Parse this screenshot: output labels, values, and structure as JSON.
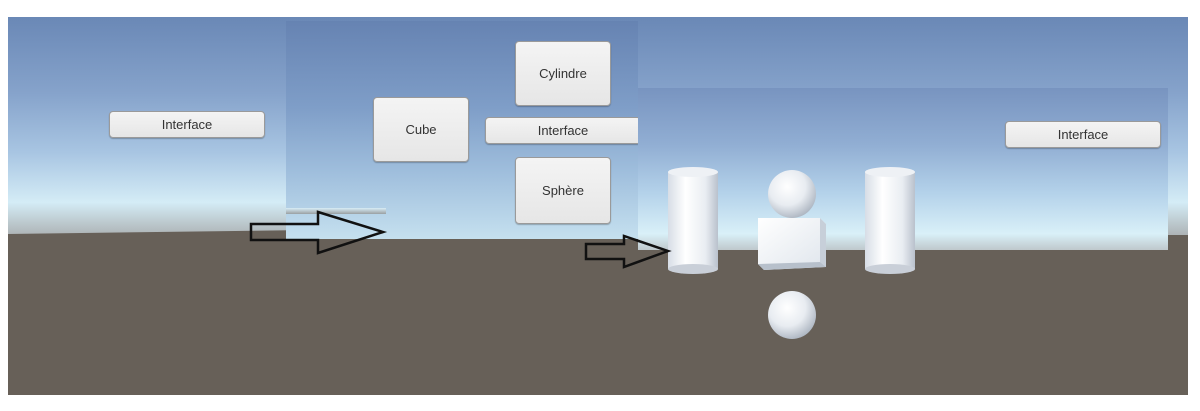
{
  "panels": {
    "panel1": {
      "interface_button": "Interface"
    },
    "panel2": {
      "interface_button": "Interface",
      "cube_button": "Cube",
      "cylinder_button": "Cylindre",
      "sphere_button": "Sphère"
    },
    "panel3": {
      "interface_button": "Interface"
    }
  },
  "colors": {
    "ground": "#676058",
    "sky_top": "#6f8dba",
    "sky_horizon": "#d8eef7",
    "button_bg": "#ececec",
    "arrow_stroke": "#111111"
  },
  "icons": [
    "right-arrow-icon",
    "right-arrow-icon"
  ]
}
